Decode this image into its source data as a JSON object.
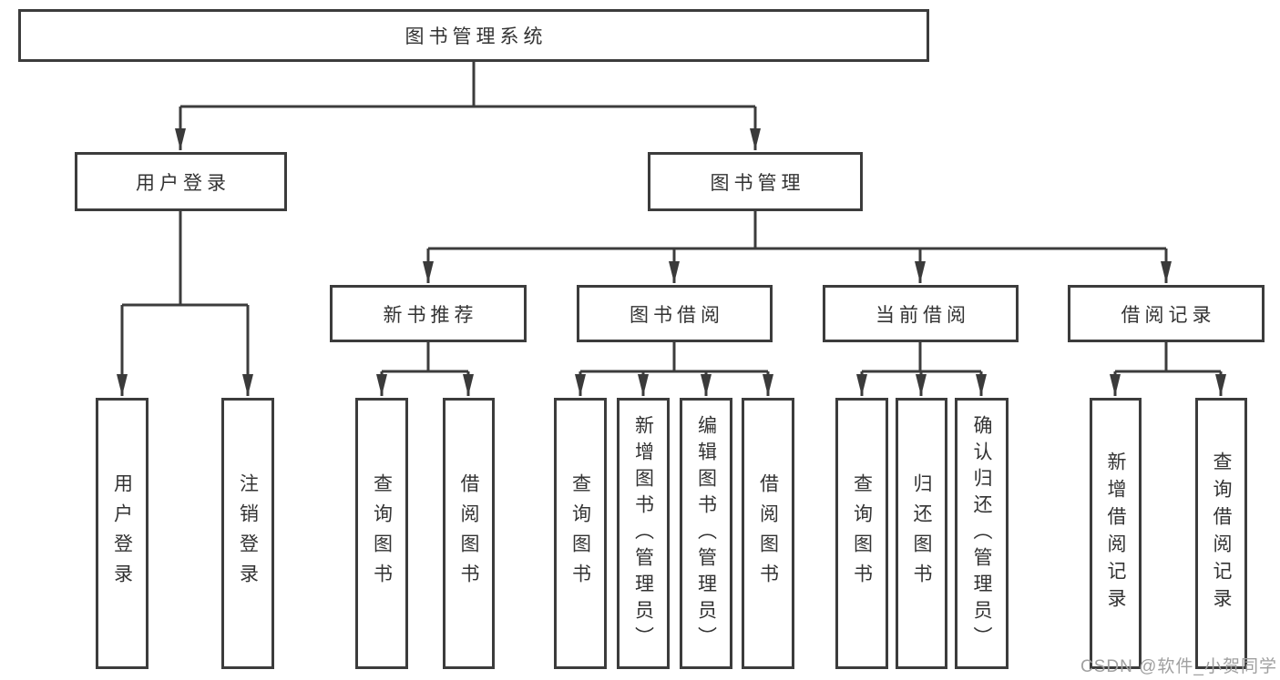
{
  "tree": {
    "root": {
      "label": "图书管理系统"
    },
    "level2": [
      {
        "id": "user-login",
        "label": "用户登录"
      },
      {
        "id": "book-management",
        "label": "图书管理"
      }
    ],
    "level3": [
      {
        "id": "new-book-recommend",
        "label": "新书推荐"
      },
      {
        "id": "book-borrow",
        "label": "图书借阅"
      },
      {
        "id": "current-borrow",
        "label": "当前借阅"
      },
      {
        "id": "borrow-records",
        "label": "借阅记录"
      }
    ],
    "leaves": {
      "user_login": [
        {
          "label": "用户登录"
        },
        {
          "label": "注销登录"
        }
      ],
      "new_book_recommend": [
        {
          "label": "查询图书"
        },
        {
          "label": "借阅图书"
        }
      ],
      "book_borrow": [
        {
          "label": "查询图书"
        },
        {
          "label": "新增图书（管理员）"
        },
        {
          "label": "编辑图书（管理员）"
        },
        {
          "label": "借阅图书"
        }
      ],
      "current_borrow": [
        {
          "label": "查询图书"
        },
        {
          "label": "归还图书"
        },
        {
          "label": "确认归还（管理员）"
        }
      ],
      "borrow_records": [
        {
          "label": "新增借阅记录"
        },
        {
          "label": "查询借阅记录"
        }
      ]
    }
  },
  "watermark": {
    "text": "CSDN @软件_小贺同学"
  },
  "colors": {
    "line": "#3c3c3c",
    "box_border": "#3c3c3c",
    "text": "#333333",
    "background": "#ffffff",
    "watermark": "#a0a0a0"
  }
}
